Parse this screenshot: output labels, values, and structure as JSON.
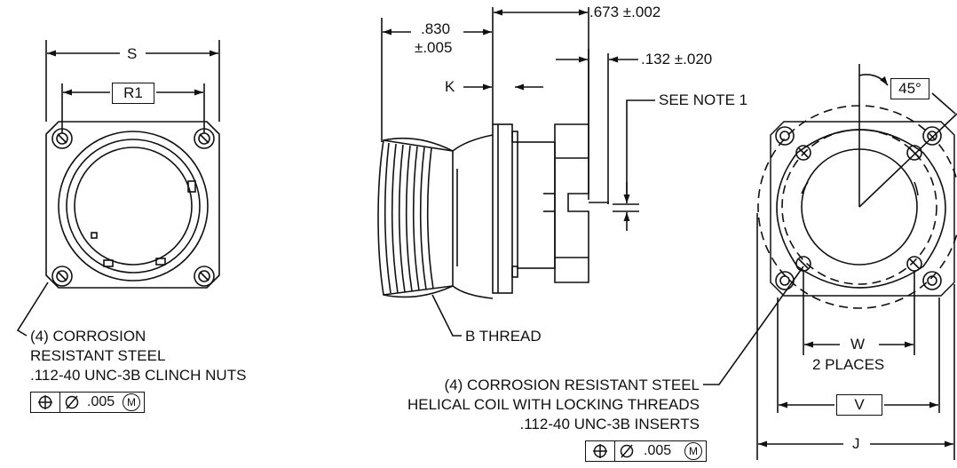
{
  "front_view_left": {
    "dim_s": "S",
    "dim_r1": "R1",
    "note_lines": [
      "(4) CORROSION",
      "RESISTANT STEEL",
      ".112-40 UNC-3B CLINCH NUTS"
    ],
    "fcf": {
      "symbol": "position",
      "diameter": "diameter",
      "tolerance": ".005",
      "modifier": "M"
    }
  },
  "side_view": {
    "dim_830": ".830",
    "dim_830_tol": "±.005",
    "dim_673": ".673 ±.002",
    "dim_132": ".132 ±.020",
    "dim_k": "K",
    "see_note": "SEE NOTE 1",
    "thread_label": "B THREAD"
  },
  "rear_view_right": {
    "angle": "45°",
    "dim_w": "W",
    "dim_w_note": "2 PLACES",
    "dim_v": "V",
    "dim_j": "J",
    "note_lines": [
      "(4) CORROSION RESISTANT STEEL",
      "HELICAL COIL WITH LOCKING THREADS",
      ".112-40 UNC-3B INSERTS"
    ],
    "fcf": {
      "symbol": "position",
      "diameter": "diameter",
      "tolerance": ".005",
      "modifier": "M"
    }
  }
}
